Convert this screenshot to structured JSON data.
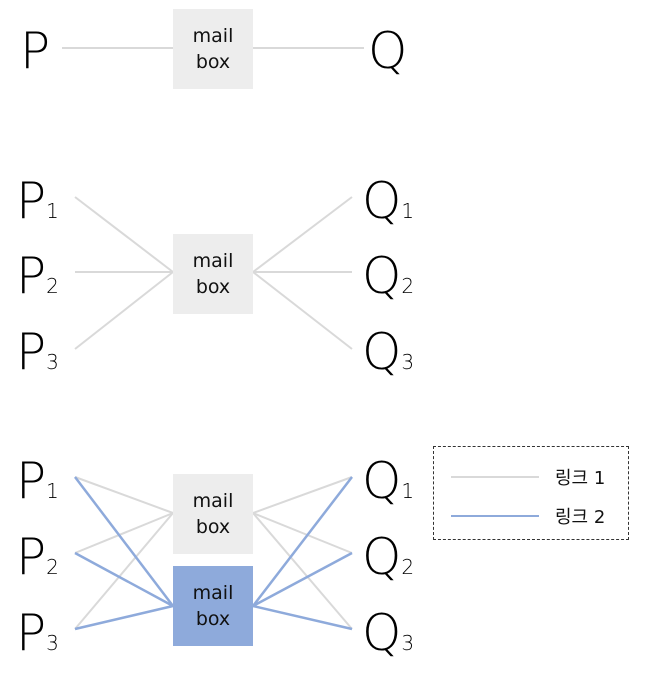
{
  "colors": {
    "link1": "#d9d9d9",
    "link2": "#8eaadb",
    "box": "#ededed",
    "box_blue": "#8eaadb"
  },
  "diagram1": {
    "left": "P",
    "right": "Q",
    "box": {
      "line1": "mail",
      "line2": "box"
    }
  },
  "diagram2": {
    "left": [
      {
        "main": "P",
        "sub": "1"
      },
      {
        "main": "P",
        "sub": "2"
      },
      {
        "main": "P",
        "sub": "3"
      }
    ],
    "right": [
      {
        "main": "Q",
        "sub": "1"
      },
      {
        "main": "Q",
        "sub": "2"
      },
      {
        "main": "Q",
        "sub": "3"
      }
    ],
    "box": {
      "line1": "mail",
      "line2": "box"
    }
  },
  "diagram3": {
    "left": [
      {
        "main": "P",
        "sub": "1"
      },
      {
        "main": "P",
        "sub": "2"
      },
      {
        "main": "P",
        "sub": "3"
      }
    ],
    "right": [
      {
        "main": "Q",
        "sub": "1"
      },
      {
        "main": "Q",
        "sub": "2"
      },
      {
        "main": "Q",
        "sub": "3"
      }
    ],
    "box1": {
      "line1": "mail",
      "line2": "box"
    },
    "box2": {
      "line1": "mail",
      "line2": "box"
    }
  },
  "legend": {
    "items": [
      {
        "label": "링크 1",
        "color": "#d9d9d9"
      },
      {
        "label": "링크 2",
        "color": "#8eaadb"
      }
    ]
  }
}
